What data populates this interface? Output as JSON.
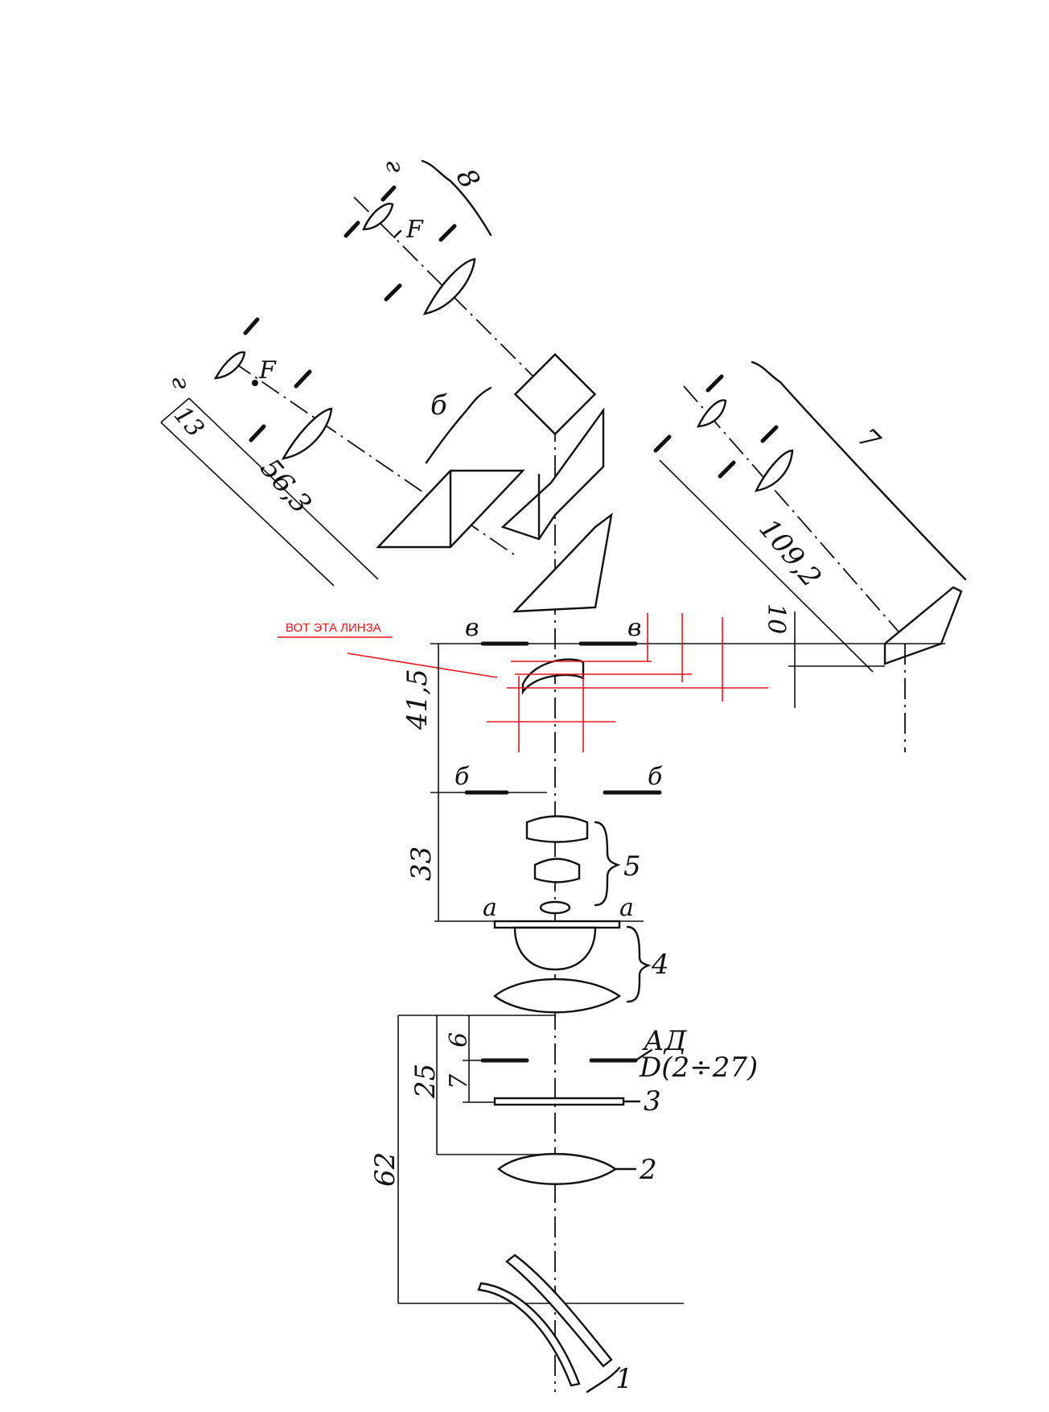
{
  "annotation": {
    "text": "ВОТ ЭТА ЛИНЗА",
    "color": "#e8141b"
  },
  "labels": {
    "g_top": "г",
    "eight": "8",
    "f_top": "F",
    "f_left": "F",
    "g_left": "г",
    "thirteen": "13",
    "six_bracket": "б",
    "dim_56_3": "56,3",
    "seven": "7",
    "dim_109_2": "109,2",
    "dim_10": "10",
    "v_left": "в",
    "v_right": "в",
    "dim_41_5": "41,5",
    "b_left": "б",
    "b_right": "б",
    "dim_33": "33",
    "five": "5",
    "a_left": "a",
    "a_right": "a",
    "four": "4",
    "dim_6": "6",
    "ad": "АД",
    "d_range": "D(2÷27)",
    "dim_7": "7",
    "three": "3",
    "dim_25": "25",
    "dim_62": "62",
    "two": "2",
    "one": "1"
  },
  "colors": {
    "ink": "#111111",
    "annotation": "#e8141b",
    "background": "#ffffff"
  }
}
